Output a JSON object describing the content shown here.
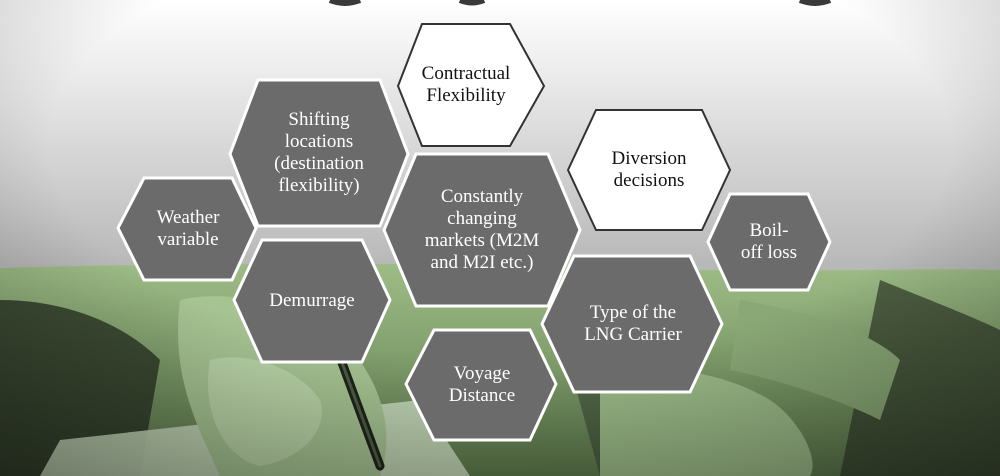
{
  "diagram": {
    "nodes": [
      {
        "id": "contractual-flexibility",
        "label": "Contractual\nFlexibility",
        "style": "white"
      },
      {
        "id": "shifting-locations",
        "label": "Shifting\nlocations\n(destination\nflexibility)",
        "style": "grey"
      },
      {
        "id": "diversion-decisions",
        "label": "Diversion\ndecisions",
        "style": "white"
      },
      {
        "id": "weather-variable",
        "label": "Weather\nvariable",
        "style": "grey"
      },
      {
        "id": "constantly-changing-markets",
        "label": "Constantly\nchanging\nmarkets (M2M\nand M2I etc.)",
        "style": "grey"
      },
      {
        "id": "boil-off-loss",
        "label": "Boil-\noff loss",
        "style": "grey"
      },
      {
        "id": "demurrage",
        "label": "Demurrage",
        "style": "grey"
      },
      {
        "id": "type-of-lng-carrier",
        "label": "Type of the\nLNG Carrier",
        "style": "grey"
      },
      {
        "id": "voyage-distance",
        "label": "Voyage\nDistance",
        "style": "grey"
      }
    ]
  },
  "colors": {
    "hex_grey": "#6b6b6b",
    "hex_white": "#ffffff",
    "hex_border": "#ffffff",
    "hex_white_border": "#333333",
    "bg_top": "#ffffff",
    "bg_mid": "#a8a8a8",
    "green_band": "#8fb07a"
  }
}
